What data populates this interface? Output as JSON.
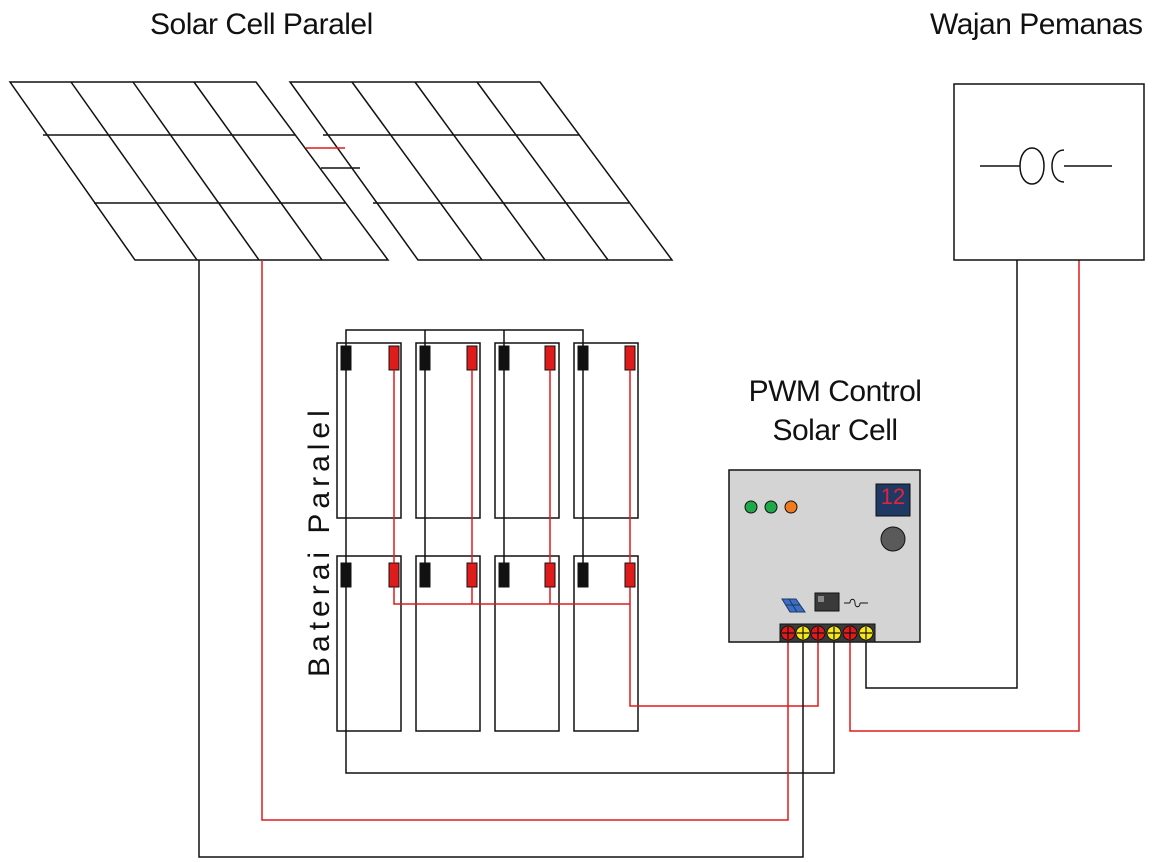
{
  "labels": {
    "solar_cell": "Solar Cell Paralel",
    "heater": "Wajan Pemanas",
    "battery": "Baterai Paralel",
    "pwm_line1": "PWM Control",
    "pwm_line2": "Solar Cell"
  },
  "controller": {
    "display_value": "12",
    "indicator_colors": [
      "#1fa84a",
      "#1fa84a",
      "#f07a1e"
    ]
  },
  "colors": {
    "positive_wire": "#e01b1b",
    "negative_wire": "#111111",
    "controller_body": "#d4d4d4",
    "display_bg": "#1f3864",
    "terminal_red": "#e01b1b",
    "terminal_yellow": "#f5e81a"
  }
}
